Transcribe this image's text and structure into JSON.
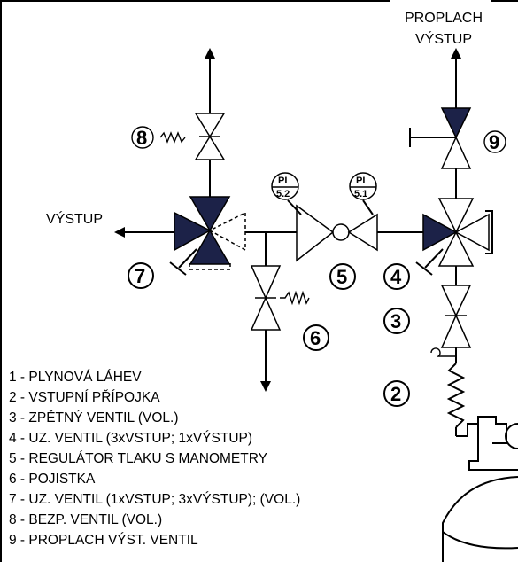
{
  "labels": {
    "purge_outlet_line1": "PROPLACH",
    "purge_outlet_line2": "VÝSTUP",
    "outlet": "VÝSTUP"
  },
  "callouts": {
    "c2": "2",
    "c3": "3",
    "c4": "4",
    "c5": "5",
    "c6": "6",
    "c7": "7",
    "c8": "8",
    "c9": "9"
  },
  "gauges": [
    {
      "tag": "PI",
      "num": "5.2"
    },
    {
      "tag": "PI",
      "num": "5.1"
    }
  ],
  "legend": [
    "1 - PLYNOVÁ LÁHEV",
    "2 - VSTUPNÍ PŘÍPOJKA",
    "3 - ZPĚTNÝ VENTIL (VOL.)",
    "4 - UZ. VENTIL (3xVSTUP; 1xVÝSTUP)",
    "5 - REGULÁTOR TLAKU S MANOMETRY",
    "6 - POJISTKA",
    "7 - UZ. VENTIL (1xVSTUP; 3xVÝSTUP); (VOL.)",
    "8 - BEZP. VENTIL (VOL.)",
    "9 - PROPLACH VÝST. VENTIL"
  ],
  "colors": {
    "valve_dark": "#1c2248",
    "line": "#000000",
    "background": "#ffffff"
  }
}
